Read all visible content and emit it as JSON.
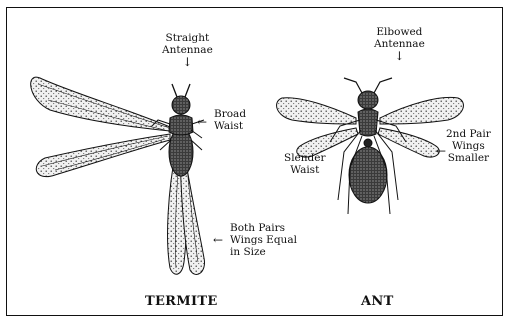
{
  "labels": {
    "straight_antennae": [
      "Straight",
      "Antennae"
    ],
    "broad_waist": [
      "Broad",
      "Waist"
    ],
    "both_pairs": [
      "Both Pairs",
      "Wings Equal",
      "in Size"
    ],
    "elbowed_antennae": [
      "Elbowed",
      "Antennae"
    ],
    "second_pair": [
      "2nd Pair",
      "Wings",
      "Smaller"
    ],
    "slender_waist": [
      "Slender",
      "Waist"
    ]
  },
  "titles": {
    "termite": "TERMITE",
    "ant": "ANT"
  },
  "arrows": {
    "down": "↓",
    "left": "←"
  }
}
